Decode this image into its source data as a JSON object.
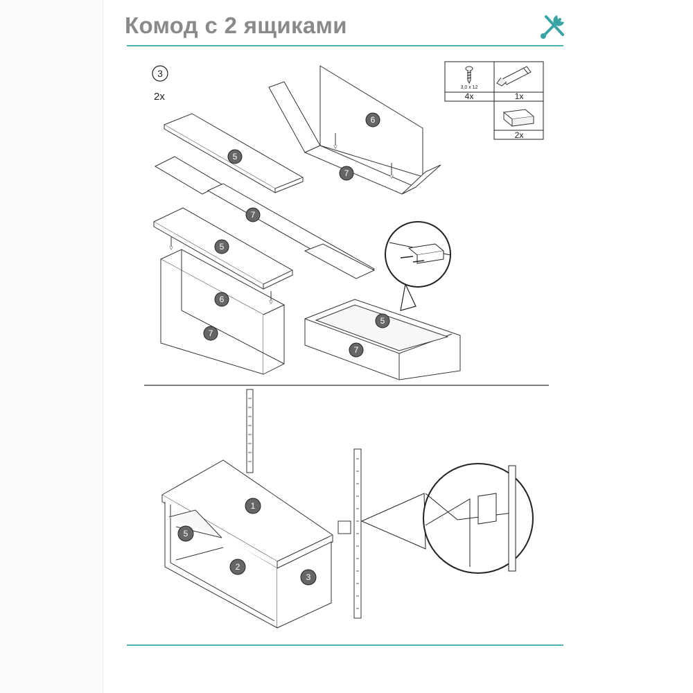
{
  "document": {
    "title": "Комод с 2 ящиками"
  },
  "step": {
    "number": "3",
    "multiplier": "2x"
  },
  "parts_box": {
    "screw_size": "3,0 x 12",
    "screw_qty": "4x",
    "glue_qty": "1x",
    "bracket_qty": "2x"
  },
  "part_labels": {
    "five": "5",
    "six": "6",
    "seven": "7",
    "one": "1",
    "two": "2",
    "three": "3"
  },
  "colors": {
    "accent_rule": "#4fb3b3",
    "tools_icon": "#3aa3a3",
    "title_text": "#8a8a8a"
  },
  "icons": [
    "tools-icon",
    "screw-icon",
    "glue-tube-icon",
    "bracket-icon"
  ]
}
